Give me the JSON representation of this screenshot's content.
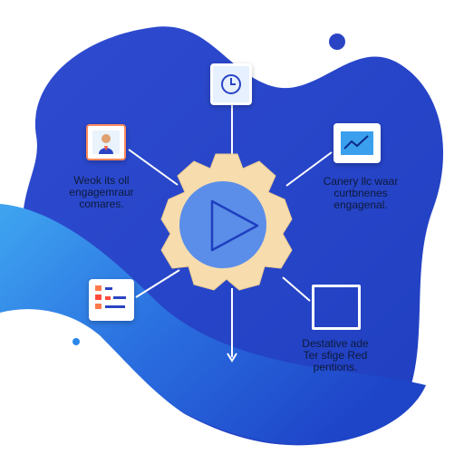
{
  "colors": {
    "deep_blue": "#2a44c4",
    "mid_blue": "#1e4fd0",
    "light_blue": "#3fa0ee",
    "gear_fill": "#f7dcae",
    "circle_fill": "#5b8ee8",
    "accent_orange": "#ff8a5c",
    "text": "#0d1a3a"
  },
  "captions": {
    "left": {
      "line1": "Weok its oll",
      "line2": "engagemraur",
      "line3": "comares."
    },
    "right": {
      "line1": "Canery llc waar",
      "line2": "curtbnenes",
      "line3": "engagenal."
    },
    "bottom": {
      "line1": "Destative ade",
      "line2": "Ter sfige Red",
      "line3": "pentions."
    }
  },
  "icons": {
    "center": "play-icon",
    "top": "clock-icon",
    "top_left": "profile-icon",
    "top_right": "trend-chart-icon",
    "bottom_left": "checklist-icon",
    "bottom_right": "square-icon"
  }
}
